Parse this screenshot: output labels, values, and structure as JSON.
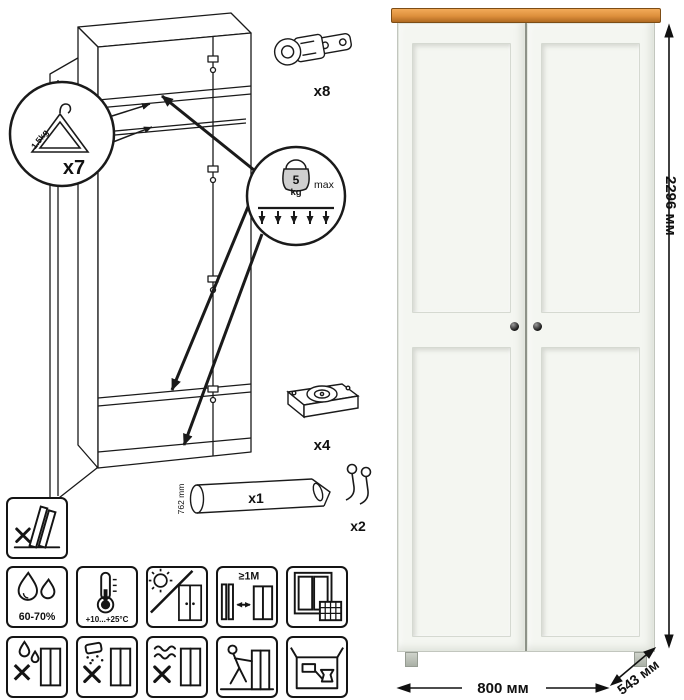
{
  "parts": {
    "hanger": {
      "count": "x7",
      "capacity": "1.5kg"
    },
    "hinge": {
      "count": "x8"
    },
    "load": {
      "value": "5",
      "unit": "kg",
      "note": "max"
    },
    "foot": {
      "count": "x4"
    },
    "rod": {
      "count": "x1",
      "length": "762 mm"
    },
    "hook": {
      "count": "x2"
    }
  },
  "care": {
    "humidity": "60-70%",
    "temperature": "+10...+25°C",
    "min_distance": "≥1M"
  },
  "dimensions": {
    "height": "2296 мм",
    "width": "800 мм",
    "depth": "543 мм"
  },
  "colors": {
    "wood_top": "#dd8f3c",
    "door": "#f4f6f1",
    "outline": "#1a1a1a"
  }
}
